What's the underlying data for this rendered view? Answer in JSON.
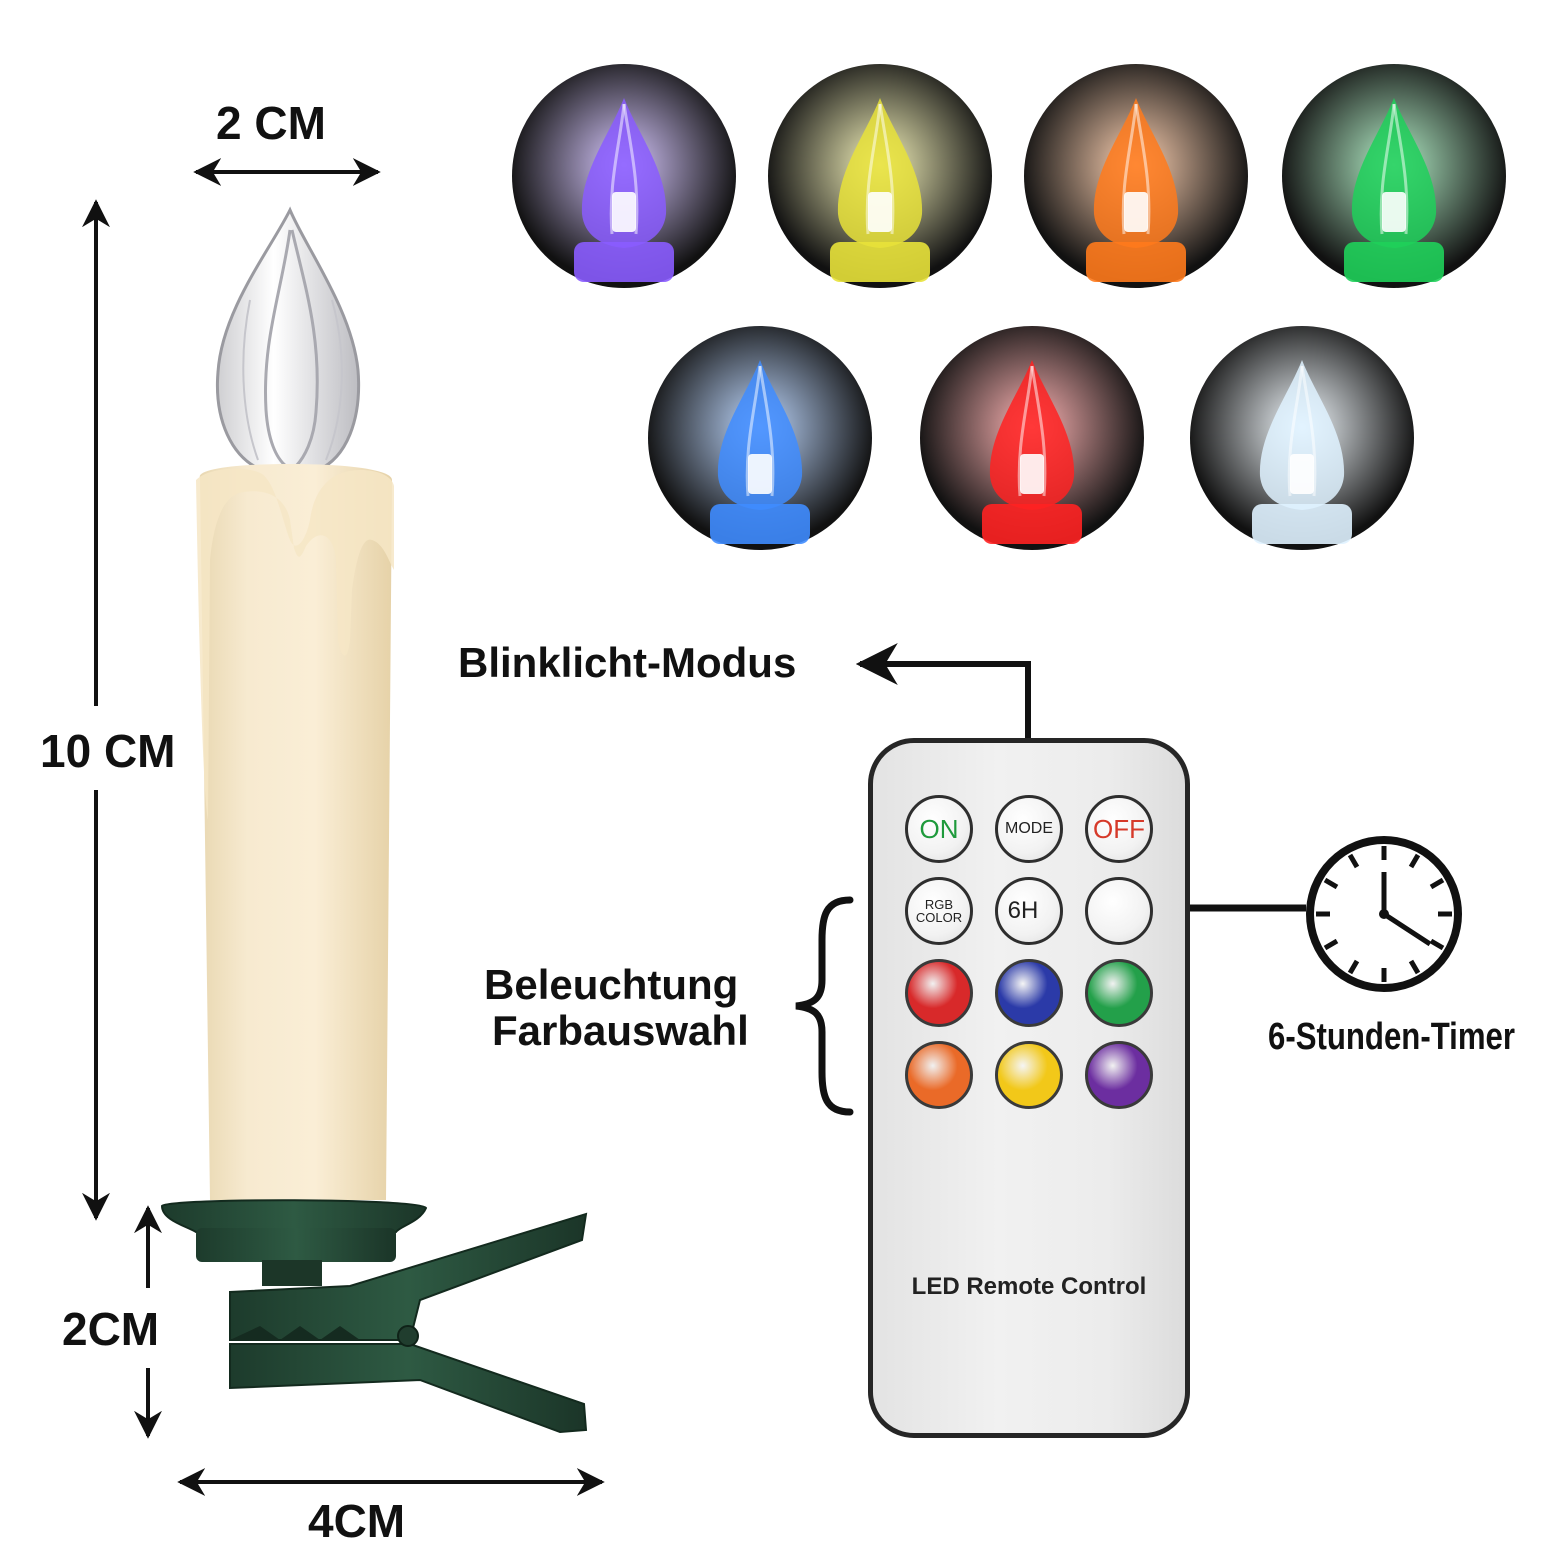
{
  "dimensions": {
    "width_top": "2 CM",
    "height": "10 CM",
    "clip_height": "2CM",
    "width_bottom": "4CM"
  },
  "callouts": {
    "flash_mode": "Blinklicht-Modus",
    "color_select_line1": "Beleuchtung",
    "color_select_line2": "Farbauswahl",
    "timer": "6-Stunden-Timer"
  },
  "remote": {
    "title": "LED Remote Control",
    "buttons": {
      "on": "ON",
      "mode": "MODE",
      "off": "OFF",
      "rgb_line1": "RGB",
      "rgb_line2": "COLOR",
      "timer": "6H"
    },
    "color_buttons": [
      "#d8292a",
      "#2b3aa8",
      "#23a04a",
      "#ea6a28",
      "#f2c819",
      "#6c2ea0"
    ],
    "on_color": "#1f9a3c",
    "off_color": "#d63a2a"
  },
  "bulb_colors": [
    {
      "name": "purple",
      "hex": "#8a5cff"
    },
    {
      "name": "yellow",
      "hex": "#e8e23a"
    },
    {
      "name": "orange",
      "hex": "#ff7a1c"
    },
    {
      "name": "green",
      "hex": "#1fd05a"
    },
    {
      "name": "blue",
      "hex": "#3f8cff"
    },
    {
      "name": "red",
      "hex": "#ff2222"
    },
    {
      "name": "white",
      "hex": "#dff2ff"
    }
  ]
}
